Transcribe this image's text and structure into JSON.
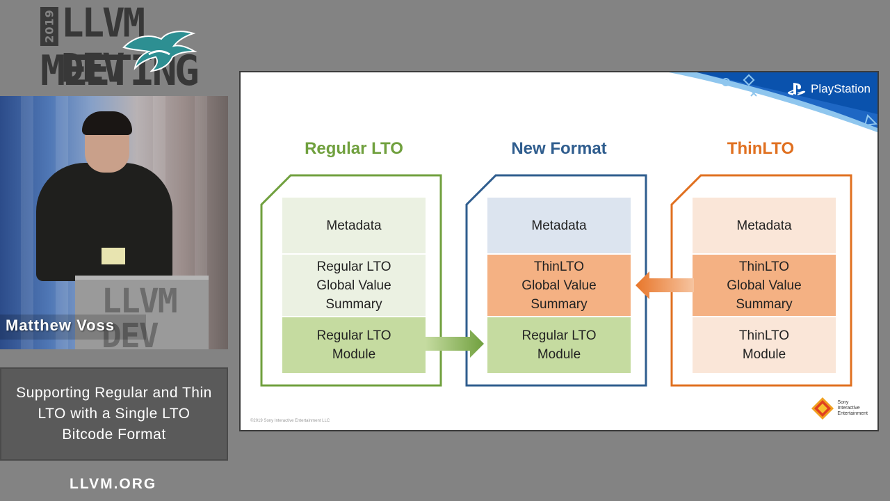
{
  "event_logo": {
    "year": "2019",
    "line1": "LLVM DEV",
    "line2": "MEETING"
  },
  "speaker": {
    "name": "Matthew Voss"
  },
  "talk": {
    "title": "Supporting Regular and Thin LTO with a Single LTO Bitcode Format"
  },
  "site": "LLVM.ORG",
  "slide": {
    "brand": "PlayStation",
    "copyright": "©2019 Sony Interactive Entertainment LLC",
    "sie_label": "Sony\nInteractive\nEntertainment",
    "columns": [
      {
        "title": "Regular LTO",
        "color": "#70a03e",
        "cells": [
          "Metadata",
          "Regular LTO\nGlobal Value\nSummary",
          "Regular LTO\nModule"
        ]
      },
      {
        "title": "New Format",
        "color": "#2f5d8e",
        "cells": [
          "Metadata",
          "ThinLTO\nGlobal Value\nSummary",
          "Regular LTO\nModule"
        ]
      },
      {
        "title": "ThinLTO",
        "color": "#e07020",
        "cells": [
          "Metadata",
          "ThinLTO\nGlobal Value\nSummary",
          "ThinLTO\nModule"
        ]
      }
    ],
    "colors": {
      "green_light": "#ebf1e2",
      "green_dark": "#c5dba0",
      "blue_light": "#dce4ef",
      "orange_light": "#fae6d8",
      "orange_mid": "#f4b183"
    }
  }
}
